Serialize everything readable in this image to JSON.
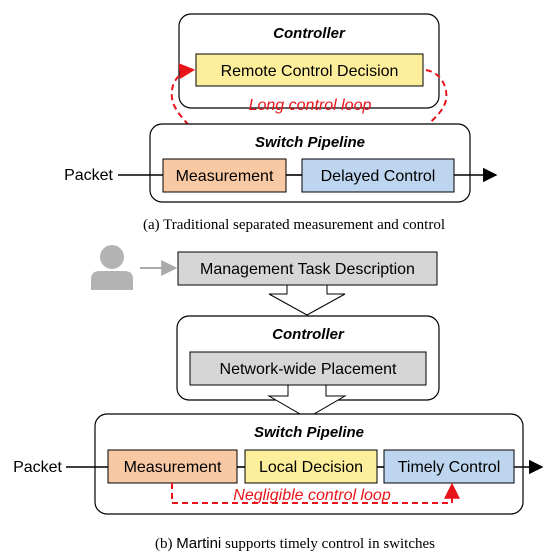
{
  "diagram_a": {
    "controller_title": "Controller",
    "remote_decision": "Remote Control Decision",
    "loop_label": "Long control loop",
    "pipeline_title": "Switch Pipeline",
    "packet": "Packet",
    "measurement": "Measurement",
    "delayed_control": "Delayed Control",
    "caption": "(a) Traditional separated measurement and control"
  },
  "diagram_b": {
    "task_description": "Management Task Description",
    "controller_title": "Controller",
    "placement": "Network-wide Placement",
    "pipeline_title": "Switch Pipeline",
    "packet": "Packet",
    "measurement": "Measurement",
    "local_decision": "Local Decision",
    "timely_control": "Timely Control",
    "loop_label": "Negligible control loop",
    "caption_prefix": "(b) ",
    "caption_name": "Martini",
    "caption_suffix": " supports timely control in switches"
  },
  "colors": {
    "yellow_box": "#fcee9a",
    "orange_box": "#f9c9a4",
    "blue_box": "#bdd5ee",
    "gray_box": "#d6d6d6",
    "loop_red": "#e8141a",
    "user_gray": "#b3b3b3"
  },
  "icons": {
    "user": "user-silhouette-icon"
  }
}
